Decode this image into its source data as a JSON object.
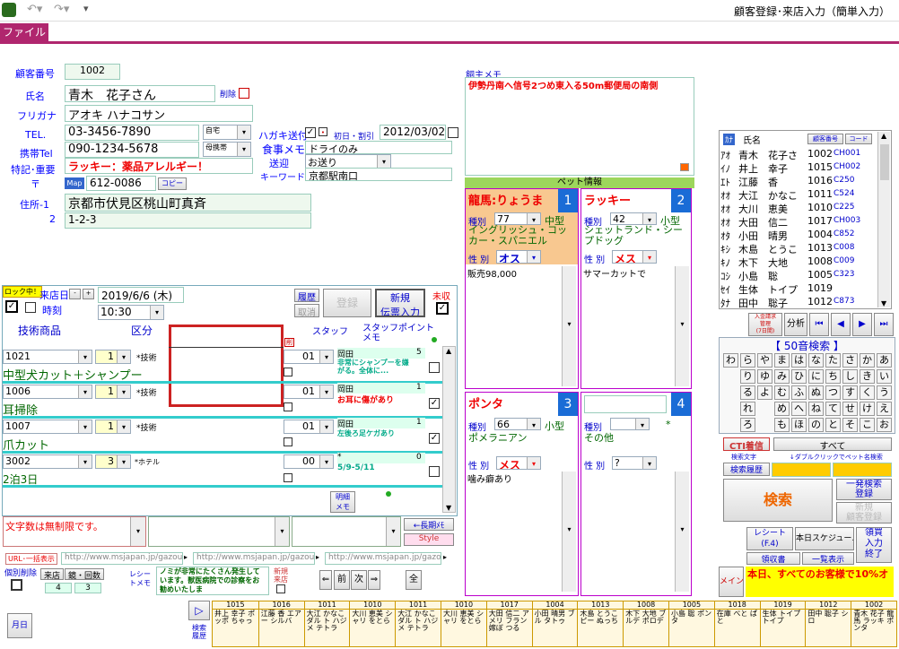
{
  "window": {
    "title": "顧客登録･来店入力（簡単入力）",
    "file_tab": "ファイル"
  },
  "customer": {
    "no_label": "顧客番号",
    "no": "1002",
    "name_label": "氏名",
    "name": "青木　花子さん",
    "delete_label": "削除",
    "kana_label": "フリガナ",
    "kana": "アオキ ハナコサン",
    "tel_label": "TEL.",
    "tel": "03-3456-7890",
    "tel_type": "自宅",
    "mobile_label": "携帯Tel",
    "mobile": "090-1234-5678",
    "mobile_type": "母携帯",
    "note_label": "特記･重要",
    "note": "ラッキー：薬品アレルギー！",
    "zip_label": "〒",
    "map_label": "Map",
    "zip": "612-0086",
    "copy_label": "コピー",
    "addr1_label": "住所-1",
    "addr1": "京都市伏見区桃山町真斉",
    "addr2_label": "2",
    "addr2": "1-2-3"
  },
  "info": {
    "postcard_label": "ハガキ送付",
    "first_label": "初日・割引",
    "first_date": "2012/03/02",
    "meal_label": "食事メモ",
    "meal": "ドライのみ",
    "pickup_label": "送迎",
    "pickup": "お送り",
    "keyword_label": "キーワード",
    "keyword": "京都駅南口"
  },
  "owner_memo": {
    "label": "飼主メモ",
    "text": "伊勢丹南へ信号2つめ東入る50m郵便局の南側"
  },
  "pets_header": "ペット情報",
  "pets": [
    {
      "name": "龍馬:りょうま",
      "num": "1",
      "type_label": "種別",
      "type": "77",
      "size": "中型",
      "breed": "イングリッシュ・コッカー・スパニエル",
      "sex_label": "性 別",
      "sex": "オス",
      "memo": "販売98,000"
    },
    {
      "name": "ラッキー",
      "num": "2",
      "type_label": "種別",
      "type": "42",
      "size": "小型",
      "breed": "シェットランド・シープドッグ",
      "sex_label": "性 別",
      "sex": "メス",
      "memo": "サマーカットで"
    },
    {
      "name": "ポンタ",
      "num": "3",
      "type_label": "種別",
      "type": "66",
      "size": "小型",
      "breed": "ポメラニアン",
      "sex_label": "性 別",
      "sex": "メス",
      "memo": "噛み癖あり"
    },
    {
      "name": "",
      "num": "4",
      "type_label": "種別",
      "type": "",
      "size": "*",
      "breed": "その他",
      "sex_label": "性 別",
      "sex": "?",
      "memo": ""
    }
  ],
  "visit": {
    "lock_label": "ロック中！",
    "visit_label": "来店日",
    "date": "2019/6/6 (木)",
    "time_label": "時刻",
    "time": "10:30",
    "history_label": "履歴",
    "cancel_label": "取消",
    "register_label": "登録",
    "new_slip_label": "新規\n伝票入力",
    "unpaid_label": "未収"
  },
  "service_headers": {
    "product": "技術商品",
    "category": "区分",
    "staff": "スタッフ",
    "staff_point": "スタッフポイント\nメモ"
  },
  "services": [
    {
      "code": "1021",
      "qty": "1",
      "kind": "*技術",
      "name": "中型犬カット＋シャンプー",
      "staff": "01",
      "staff_name": "岡田",
      "pt": "5",
      "memo": "非常にシャンプーを嫌がる。全体に..."
    },
    {
      "code": "1006",
      "qty": "1",
      "kind": "*技術",
      "name": "耳掃除",
      "staff": "01",
      "staff_name": "岡田",
      "pt": "1",
      "memo": "お耳に傷があり"
    },
    {
      "code": "1007",
      "qty": "1",
      "kind": "*技術",
      "name": "爪カット",
      "staff": "01",
      "staff_name": "岡田",
      "pt": "1",
      "memo": "左後ろ足ケガあり"
    },
    {
      "code": "3002",
      "qty": "3",
      "kind": "*ホテル",
      "name": "2泊3日",
      "staff": "00",
      "staff_name": "*",
      "pt": "0",
      "memo": "5/9-5/11"
    }
  ],
  "bottom": {
    "free_text": "文字数は無制限です。",
    "detail_memo": "明細\nメモ",
    "back_label": "←長期ﾒﾓ",
    "style_label": "Style",
    "url_label": "URL･一括表示",
    "url1": "http://www.msjapan.jp/gazou/",
    "url2": "http://www.msjapan.jp/gazou/",
    "url3": "http://www.msjapan.jp/gazou/",
    "pet_delete_label": "個別削除",
    "visit_label": "来店",
    "count_label": "鏡・回数",
    "count1": "4",
    "count2": "3",
    "receipt_memo_label": "レシートメモ",
    "receipt_memo": "ノミが非常にたくさん発生しています。獣医病院での診察をお勧めいたしま",
    "new_visit_label": "新規来店",
    "prev_label": "前",
    "next_label": "次",
    "all_label": "全"
  },
  "customer_list": {
    "header_kana": "ｶﾅ",
    "header_name": "氏名",
    "header_no": "顧客番号",
    "header_code": "コード",
    "rows": [
      {
        "k": "ｱｵ",
        "name": "青木　花子さ",
        "no": "1002",
        "code": "CH001"
      },
      {
        "k": "ｲﾉ",
        "name": "井上　幸子",
        "no": "1015",
        "code": "CH002"
      },
      {
        "k": "ｴﾄ",
        "name": "江藤　香",
        "no": "1016",
        "code": "C250"
      },
      {
        "k": "ｵｵ",
        "name": "大江　かなこ",
        "no": "1011",
        "code": "C524"
      },
      {
        "k": "ｵｵ",
        "name": "大川　恵美",
        "no": "1010",
        "code": "C225"
      },
      {
        "k": "ｵｵ",
        "name": "大田　信二",
        "no": "1017",
        "code": "CH003"
      },
      {
        "k": "ｵﾀ",
        "name": "小田　晴男",
        "no": "1004",
        "code": "C852"
      },
      {
        "k": "ｷｼ",
        "name": "木島　とうこ",
        "no": "1013",
        "code": "C008"
      },
      {
        "k": "ｷﾉ",
        "name": "木下　大地",
        "no": "1008",
        "code": "C009"
      },
      {
        "k": "ｺｼ",
        "name": "小島　聡",
        "no": "1005",
        "code": "C323"
      },
      {
        "k": "ｾｲ",
        "name": "生体　トイプ",
        "no": "1019",
        "code": ""
      },
      {
        "k": "ﾀﾅ",
        "name": "田中　聡子",
        "no": "1012",
        "code": "C873"
      }
    ]
  },
  "right": {
    "cancel_label": "入金請求\n管理\n(7日間)",
    "analysis_label": "分析",
    "kana_search": "【 50音検索 】",
    "cti_label": "CTI着信",
    "all_label": "すべて",
    "search_text_label": "検索文字",
    "dblclick_label": "↓ダブルクリックでペット名検索",
    "search_history": "検索履歴",
    "search_button": "検索",
    "one_search": "一発検索\n登録",
    "new_customer": "新規\n顧客登録",
    "receipt_label": "レシート\n(F.4)",
    "today_schedule": "本日スケジュール",
    "receipt_book": "領収書",
    "one_display": "一覧表示",
    "bulk_entry": "領買\n入力\n終了",
    "mail_label": "メイン",
    "notice": "本日、すべてのお客様で10%オ"
  },
  "kana_chars": [
    [
      "わ",
      "ら",
      "や",
      "ま",
      "は",
      "な",
      "た",
      "さ",
      "か",
      "あ"
    ],
    [
      "",
      "り",
      "ゆ",
      "み",
      "ひ",
      "に",
      "ち",
      "し",
      "き",
      "い"
    ],
    [
      "",
      "る",
      "よ",
      "む",
      "ふ",
      "ぬ",
      "つ",
      "す",
      "く",
      "う"
    ],
    [
      "",
      "れ",
      "",
      "め",
      "へ",
      "ね",
      "て",
      "せ",
      "け",
      "え"
    ],
    [
      "",
      "ろ",
      "",
      "も",
      "ほ",
      "の",
      "と",
      "そ",
      "こ",
      "お"
    ]
  ],
  "strip": {
    "left_label": "月日",
    "search_label": "検索\n履歴",
    "cards": [
      {
        "no": "1015",
        "text": "井上 幸子 ポッポ ちゃっ"
      },
      {
        "no": "1016",
        "text": "江藤 香 エアー シルバ"
      },
      {
        "no": "1011",
        "text": "大江 かなこ ダル ト ハジメ テトラ"
      },
      {
        "no": "1010",
        "text": "大川 恵美 シャリ をとら"
      },
      {
        "no": "1011",
        "text": "大江 かなこ ダル ト ハジメ テトラ"
      },
      {
        "no": "1010",
        "text": "大川 恵美 シャリ をとら"
      },
      {
        "no": "1017",
        "text": "大田 信二 アメリ フラン 嫁ぼ つる"
      },
      {
        "no": "1004",
        "text": "小田 晴男 ブル タトゥ"
      },
      {
        "no": "1013",
        "text": "木島 とうこ ピー ぬっち"
      },
      {
        "no": "1008",
        "text": "木下 大地 ブルデ ポロデ"
      },
      {
        "no": "1005",
        "text": "小島 聡 ポンタ"
      },
      {
        "no": "1018",
        "text": "在庫 べと ぱと"
      },
      {
        "no": "1019",
        "text": "生体 トイプ トイプ"
      },
      {
        "no": "1012",
        "text": "田中 聡子 シロ"
      },
      {
        "no": "1002",
        "text": "青木 花子 龍馬 ラッキ ポンタ"
      }
    ]
  }
}
